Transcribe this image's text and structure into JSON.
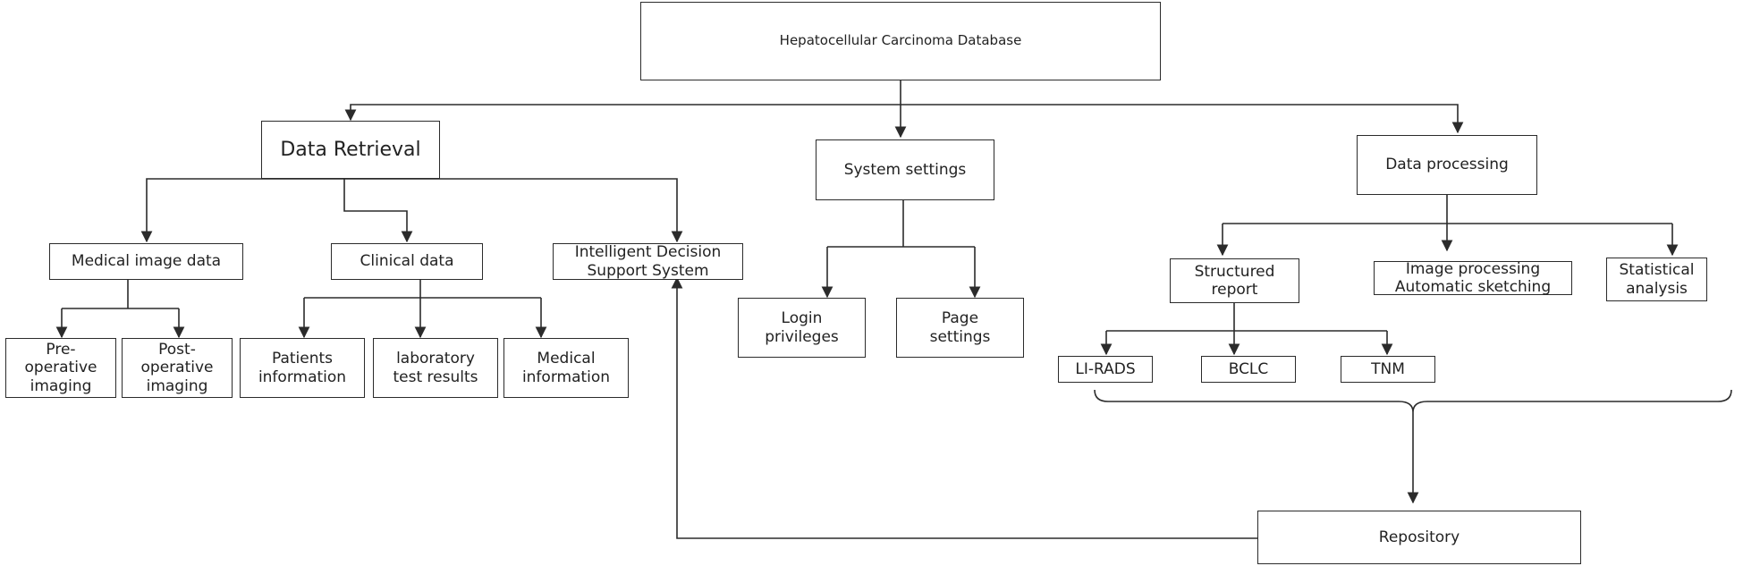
{
  "diagram": {
    "root": "Hepatocellular Carcinoma Database",
    "data_retrieval": "Data Retrieval",
    "system_settings": "System settings",
    "data_processing": "Data processing",
    "medical_image_data": "Medical image data",
    "clinical_data": "Clinical data",
    "idss": "Intelligent Decision\nSupport System",
    "pre_operative": "Pre-\noperative\nimaging",
    "post_operative": "Post-\noperative\nimaging",
    "patients_information": "Patients\ninformation",
    "laboratory_test_results": "laboratory\ntest results",
    "medical_information": "Medical\ninformation",
    "login_privileges": "Login\nprivileges",
    "page_settings": "Page\nsettings",
    "structured_report": "Structured\nreport",
    "image_processing": "Image processing\nAutomatic sketching",
    "statistical_analysis": "Statistical\nanalysis",
    "li_rads": "LI-RADS",
    "bclc": "BCLC",
    "tnm": "TNM",
    "repository": "Repository"
  },
  "colors": {
    "line": "#2b2b2b",
    "box_border": "#2b2b2b",
    "background": "#ffffff"
  }
}
